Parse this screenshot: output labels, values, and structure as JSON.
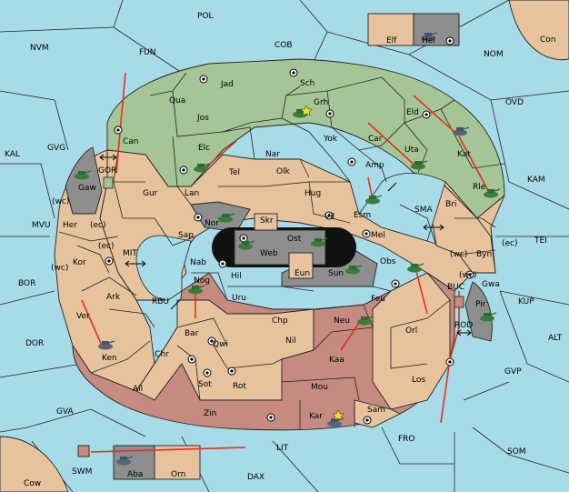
{
  "colors": {
    "sea": "#a8dbe8",
    "neutral": "#e6c39d",
    "green_power": "#a6c596",
    "red_power": "#c58b80",
    "grey_power": "#8e8e8e",
    "orders": "#e0321e"
  },
  "sea_labels": {
    "pol": "POL",
    "nvm": "NVM",
    "fun": "FUN",
    "cob": "COB",
    "nom": "NOM",
    "ovd": "OVD",
    "kal": "KAL",
    "gvg": "GVG",
    "mvu": "MVU",
    "bor": "BOR",
    "dor": "DOR",
    "gva": "GVA",
    "kam": "KAM",
    "tei": "TEI",
    "kup": "KUP",
    "alt": "ALT",
    "gvp": "GVP",
    "som": "SOM",
    "fro": "FRO",
    "lit": "LIT",
    "dax": "DAX",
    "mit": "MIT",
    "rbu": "RBU",
    "sma": "SMA",
    "buc": "BUC",
    "gor": "GOR",
    "rod": "ROD",
    "con": "Con",
    "cow": "Cow"
  },
  "land_labels": {
    "elf": "Elf",
    "hel": "Hel",
    "jad": "Jad",
    "sch": "Sch",
    "qua": "Qua",
    "jos": "Jos",
    "grh": "Grh",
    "eld": "Eld",
    "can": "Can",
    "elc": "Elc",
    "nar": "Nar",
    "yok": "Yok",
    "car": "Car",
    "uta": "Uta",
    "kat": "Kat",
    "tel": "Tel",
    "olk": "Olk",
    "amp": "Amp",
    "rle": "Rle",
    "gaw": "Gaw",
    "gur": "Gur",
    "lan": "Lan",
    "hug": "Hug",
    "esm": "Esm",
    "bri": "Bri",
    "her": "Her",
    "nor": "Nor",
    "skr": "Skr",
    "vil": "Vil",
    "mel": "Mel",
    "sap": "Sap",
    "web": "Web",
    "ost": "Ost",
    "byn": "Byn",
    "kor": "Kor",
    "nab": "Nab",
    "hil": "Hil",
    "eun": "Eun",
    "sun": "Sun",
    "obs": "Obs",
    "gwa": "Gwa",
    "ark": "Ark",
    "nog": "Nog",
    "uru": "Uru",
    "feu": "Feu",
    "pir": "Pir",
    "ver": "Ver",
    "bar": "Bar",
    "chp": "Chp",
    "neu": "Neu",
    "orl": "Orl",
    "qwi": "Qwi",
    "nil": "Nil",
    "ken": "Ken",
    "chr": "Chr",
    "kaa": "Kaa",
    "ail": "Ail",
    "sot": "Sot",
    "rot": "Rot",
    "mou": "Mou",
    "los": "Los",
    "zin": "Zin",
    "kar": "Kar",
    "sam": "Sam",
    "aba": "Aba",
    "orn": "Orn",
    "swm": "SWM"
  },
  "coast_labels": [
    "(wc)",
    "(ec)",
    "(ec)",
    "(wc)",
    "(wc)",
    "(ec)",
    "(wc)"
  ],
  "unit_icon": "tank-icon",
  "star_icon": "star-icon"
}
